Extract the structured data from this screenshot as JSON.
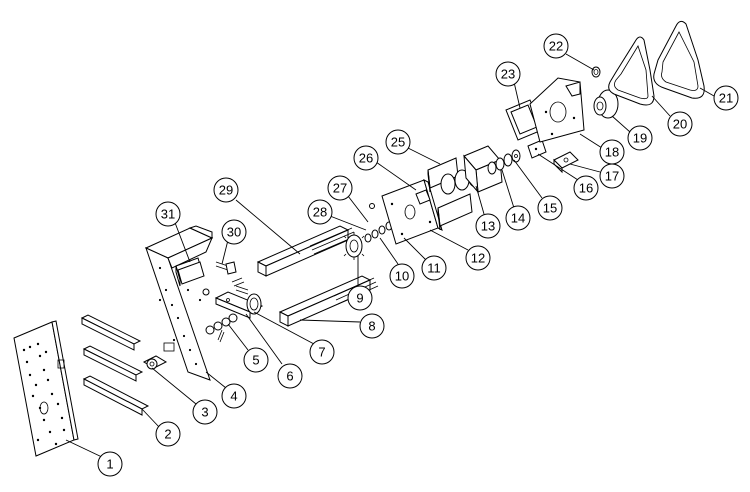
{
  "labels": [
    "1",
    "2",
    "3",
    "4",
    "5",
    "6",
    "7",
    "8",
    "9",
    "10",
    "11",
    "12",
    "13",
    "14",
    "15",
    "16",
    "17",
    "18",
    "19",
    "20",
    "21",
    "22",
    "23",
    "25",
    "26",
    "27",
    "28",
    "29",
    "30",
    "31"
  ]
}
